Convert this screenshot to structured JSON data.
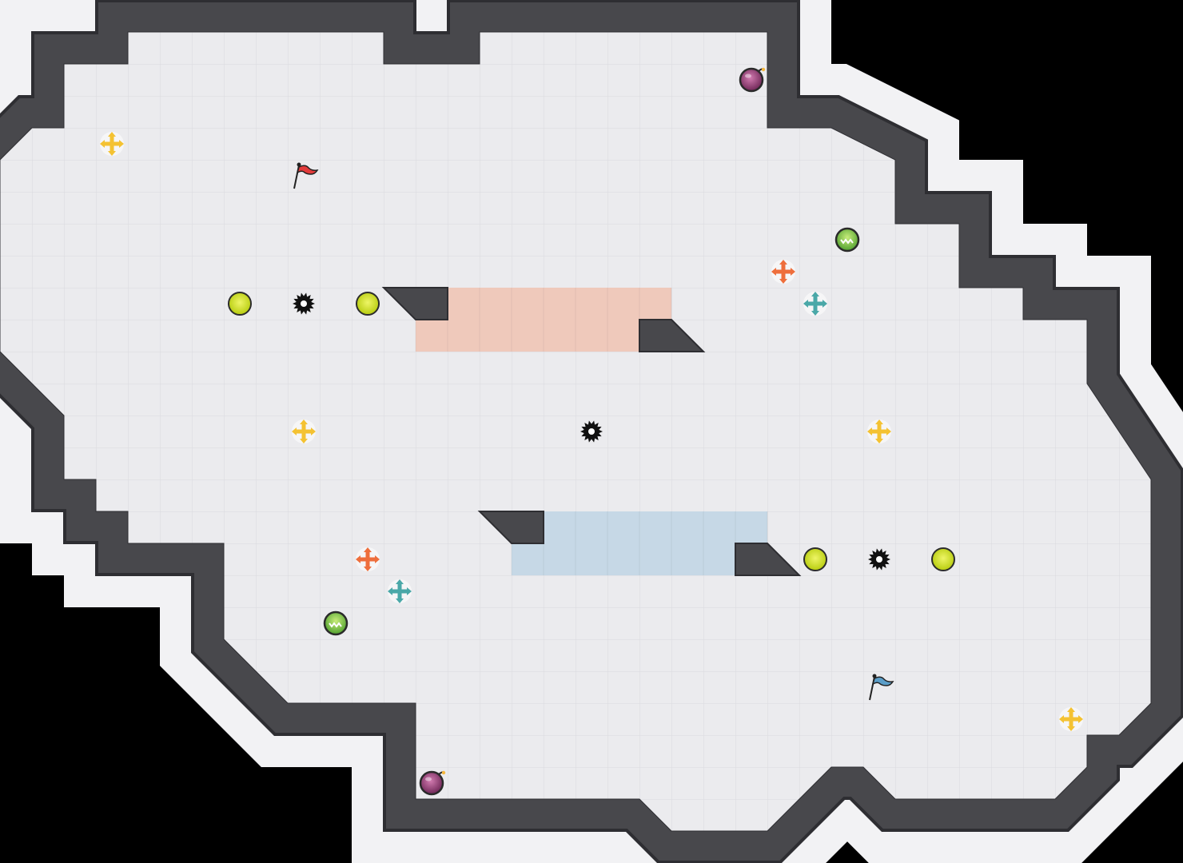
{
  "map": {
    "name": "",
    "cell_units": 40,
    "grid_cols": 37,
    "grid_rows": 27,
    "colors": {
      "background": "#000000",
      "floor": "#ebebee",
      "floor_line": "#d9d9de",
      "wall": "#48484c",
      "wall_edge": "#2e2e32",
      "outer_halo": "#f2f2f4",
      "red_zone": "#efc9bb",
      "blue_zone": "#c6d8e6",
      "powerup_lime": "#d6e619",
      "powerup_lime_core": "#b8cc10",
      "bomb_fill": "#9c3f7b",
      "spike": "#111111",
      "boost_yellow": "#f4c232",
      "boost_red": "#ee6e3c",
      "boost_teal": "#4aa8a8",
      "red_flag": "#e23b3b",
      "blue_flag": "#5b9ec9",
      "jukejuice": "#6fbf3f"
    }
  },
  "walkable_polygon": [
    [
      4,
      2
    ],
    [
      4,
      1
    ],
    [
      12,
      1
    ],
    [
      12,
      2
    ],
    [
      15,
      2
    ],
    [
      15,
      1
    ],
    [
      24,
      1
    ],
    [
      24,
      4
    ],
    [
      26,
      4
    ],
    [
      28,
      5
    ],
    [
      28,
      7
    ],
    [
      30,
      7
    ],
    [
      30,
      9
    ],
    [
      32,
      9
    ],
    [
      32,
      10
    ],
    [
      34,
      10
    ],
    [
      34,
      12
    ],
    [
      36,
      15
    ],
    [
      36,
      22
    ],
    [
      35,
      23
    ],
    [
      34,
      23
    ],
    [
      34,
      24
    ],
    [
      33,
      25
    ],
    [
      28,
      25
    ],
    [
      27,
      24
    ],
    [
      26,
      24
    ],
    [
      25,
      25
    ],
    [
      24,
      26
    ],
    [
      21,
      26
    ],
    [
      20,
      25
    ],
    [
      13,
      25
    ],
    [
      13,
      23
    ],
    [
      13,
      22
    ],
    [
      10,
      22
    ],
    [
      9,
      22
    ],
    [
      7,
      20
    ],
    [
      7,
      17
    ],
    [
      4,
      17
    ],
    [
      4,
      16
    ],
    [
      3,
      16
    ],
    [
      3,
      15
    ],
    [
      2,
      15
    ],
    [
      2,
      13
    ],
    [
      0,
      11
    ],
    [
      0,
      5
    ],
    [
      1,
      4
    ],
    [
      2,
      4
    ],
    [
      2,
      2
    ]
  ],
  "red_zone_rows": [
    {
      "row": 9,
      "cols": [
        14,
        20
      ]
    },
    {
      "row": 10,
      "cols": [
        13,
        19
      ]
    }
  ],
  "blue_zone_rows": [
    {
      "row": 16,
      "cols": [
        17,
        23
      ]
    },
    {
      "row": 17,
      "cols": [
        16,
        22
      ]
    }
  ],
  "inner_walls": [
    {
      "type": "ramp-left",
      "cell": [
        12,
        9
      ],
      "dir": "right"
    },
    {
      "type": "ramp-right",
      "cell": [
        20,
        10
      ],
      "dir": "left"
    },
    {
      "type": "ramp-left",
      "cell": [
        15,
        16
      ],
      "dir": "right"
    },
    {
      "type": "ramp-right",
      "cell": [
        23,
        17
      ],
      "dir": "left"
    }
  ],
  "flags": [
    {
      "team": "red",
      "cell": [
        9,
        5
      ],
      "label": "red-flag"
    },
    {
      "team": "blue",
      "cell": [
        27,
        21
      ],
      "label": "blue-flag"
    }
  ],
  "powerups": [
    {
      "cell": [
        7,
        9
      ]
    },
    {
      "cell": [
        11,
        9
      ]
    },
    {
      "cell": [
        25,
        17
      ]
    },
    {
      "cell": [
        29,
        17
      ]
    }
  ],
  "spikes": [
    {
      "cell": [
        9,
        9
      ]
    },
    {
      "cell": [
        18,
        13
      ]
    },
    {
      "cell": [
        27,
        17
      ]
    }
  ],
  "bombs": [
    {
      "cell": [
        23,
        2
      ]
    },
    {
      "cell": [
        13,
        24
      ]
    }
  ],
  "jukejuice": [
    {
      "cell": [
        26,
        7
      ]
    },
    {
      "cell": [
        10,
        19
      ]
    }
  ],
  "boosts": [
    {
      "color": "yellow",
      "cell": [
        3,
        4
      ]
    },
    {
      "color": "yellow",
      "cell": [
        9,
        13
      ]
    },
    {
      "color": "yellow",
      "cell": [
        27,
        13
      ]
    },
    {
      "color": "yellow",
      "cell": [
        33,
        22
      ]
    },
    {
      "color": "red",
      "cell": [
        24,
        8
      ]
    },
    {
      "color": "teal",
      "cell": [
        25,
        9
      ]
    },
    {
      "color": "red",
      "cell": [
        11,
        17
      ]
    },
    {
      "color": "teal",
      "cell": [
        12,
        18
      ]
    }
  ]
}
